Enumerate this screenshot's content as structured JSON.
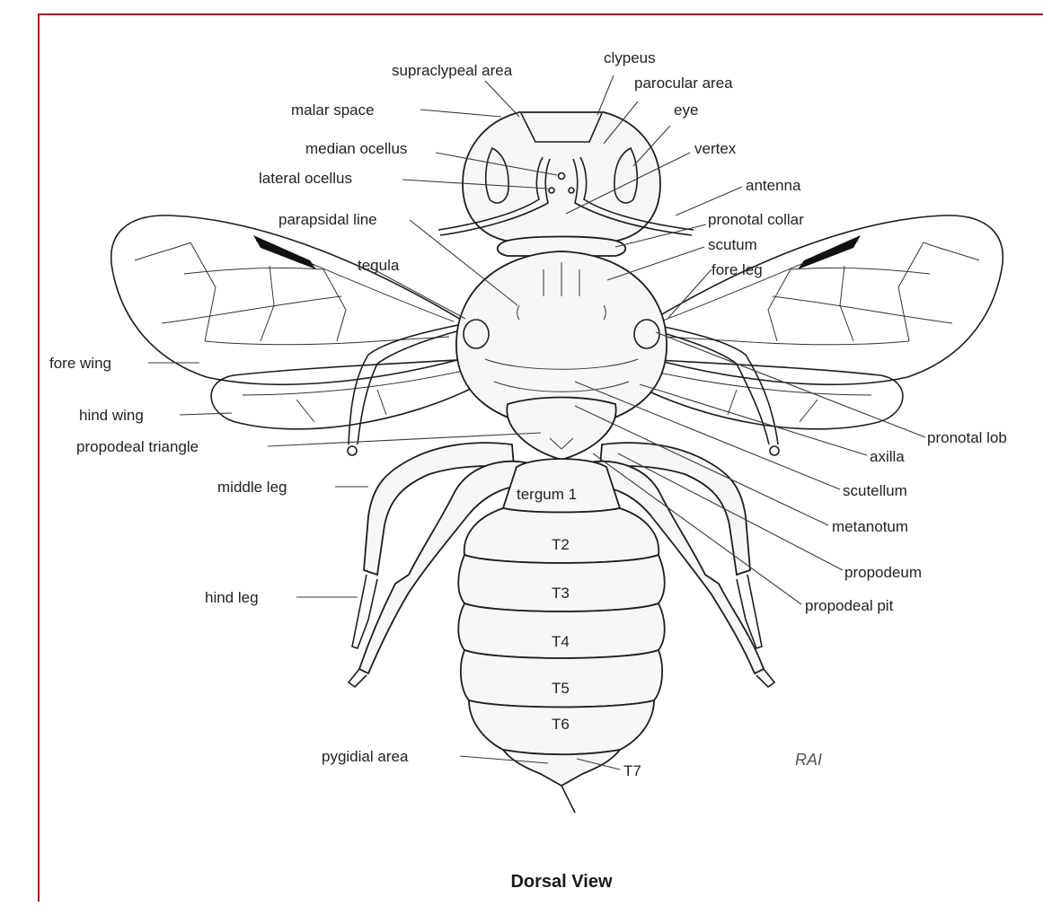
{
  "figure": {
    "border_color": "#b01b1b",
    "caption": "Dorsal View",
    "signature": "RAI"
  },
  "labels": {
    "supraclypeal_area": "supraclypeal area",
    "clypeus": "clypeus",
    "parocular_area": "parocular area",
    "malar_space": "malar space",
    "eye": "eye",
    "median_ocellus": "median ocellus",
    "vertex": "vertex",
    "lateral_ocellus": "lateral ocellus",
    "antenna": "antenna",
    "parapsidal_line": "parapsidal line",
    "pronotal_collar": "pronotal collar",
    "scutum": "scutum",
    "tegula": "tegula",
    "fore_leg": "fore leg",
    "fore_wing": "fore wing",
    "hind_wing": "hind wing",
    "pronotal_lobe": "pronotal lob",
    "axilla": "axilla",
    "propodeal_triangle": "propodeal triangle",
    "scutellum": "scutellum",
    "middle_leg": "middle leg",
    "metanotum": "metanotum",
    "propodeum": "propodeum",
    "hind_leg": "hind leg",
    "propodeal_pit": "propodeal pit",
    "pygidial_area": "pygidial area",
    "t7": "T7"
  },
  "segments": {
    "t1": "tergum 1",
    "t2": "T2",
    "t3": "T3",
    "t4": "T4",
    "t5": "T5",
    "t6": "T6"
  }
}
